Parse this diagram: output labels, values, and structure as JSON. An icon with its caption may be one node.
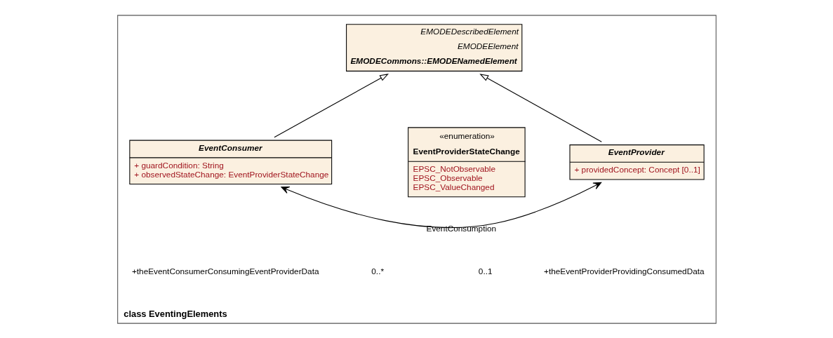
{
  "diagram": {
    "nodes": [
      {
        "text": [
          "class EventingElements"
        ]
      },
      {
        "text": [
          "EMODEDescribedElement",
          "EMODEElement",
          "EMODECommons::EMODENamedElement"
        ],
        "in": 0
      },
      {
        "text": [
          "EventProvider",
          "+ providedConcept: Concept [0..1]"
        ],
        "in": 0
      },
      {
        "text": [
          "EventConsumer",
          "+ guardCondition: String",
          "+ observedStateChange: EventProviderStateChange"
        ],
        "in": 0
      },
      {
        "text": [
          "«enumeration»",
          "EventProviderStateChange",
          "EPSC_NotObservable",
          "EPSC_Observable",
          "EPSC_ValueChanged"
        ],
        "in": 0
      }
    ],
    "edges": [
      {
        "from": 2,
        "to": 1,
        "arrow": "to"
      },
      {
        "from": 3,
        "to": 1,
        "arrow": "to"
      },
      {
        "from": 3,
        "to": 2,
        "arrow": "both",
        "label": "EventConsumption"
      }
    ],
    "labels": [
      "+theEventProviderProvidingConsumedData",
      "0..1",
      "0..*",
      "+theEventConsumerConsumingEventProviderData"
    ]
  }
}
